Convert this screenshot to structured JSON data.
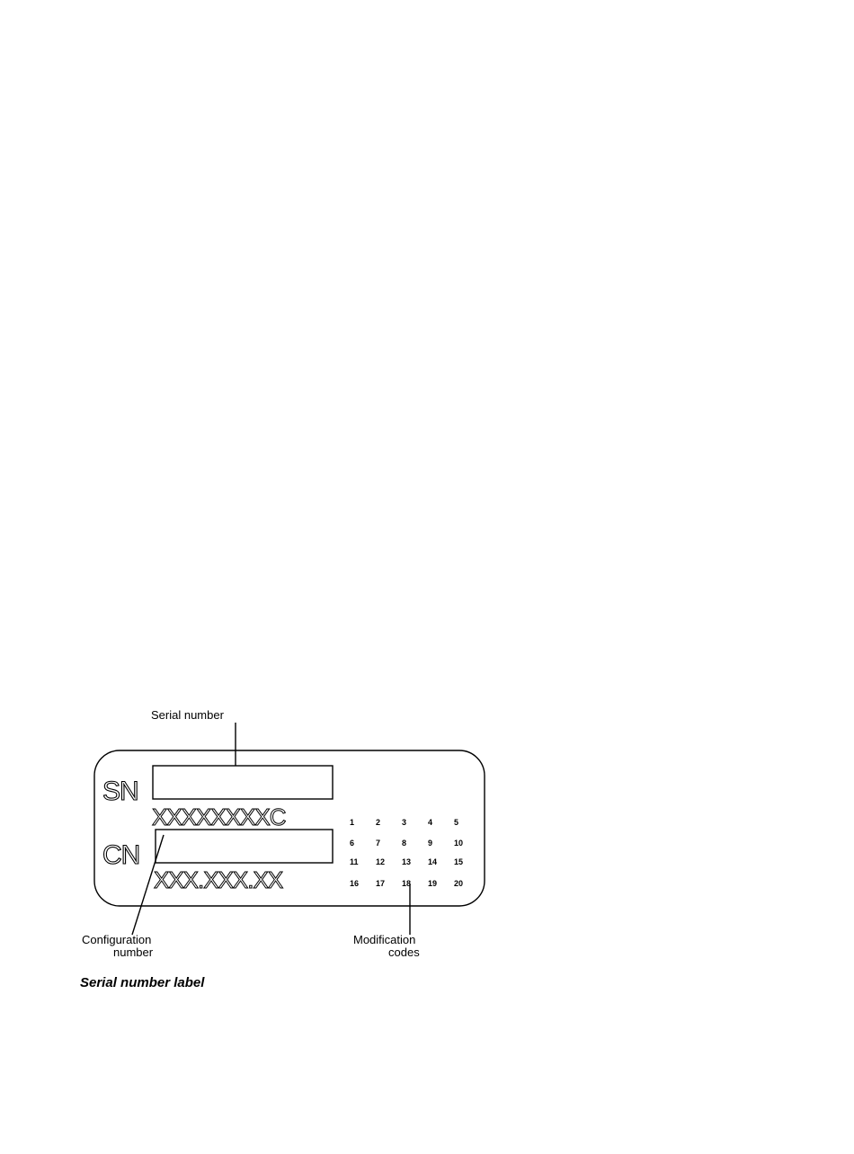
{
  "callouts": {
    "serial_number": "Serial number",
    "configuration_number": [
      "Configuration",
      "number"
    ],
    "modification_codes": [
      "Modification",
      "codes"
    ]
  },
  "label": {
    "sn_prefix": "SN",
    "sn_value": "XXXXXXXXC",
    "cn_prefix": "CN",
    "cn_value": "XXX.XXX.XX",
    "modification_codes": [
      [
        "1",
        "2",
        "3",
        "4",
        "5"
      ],
      [
        "6",
        "7",
        "8",
        "9",
        "10"
      ],
      [
        "11",
        "12",
        "13",
        "14",
        "15"
      ],
      [
        "16",
        "17",
        "18",
        "19",
        "20"
      ]
    ]
  },
  "caption": "Serial number label"
}
